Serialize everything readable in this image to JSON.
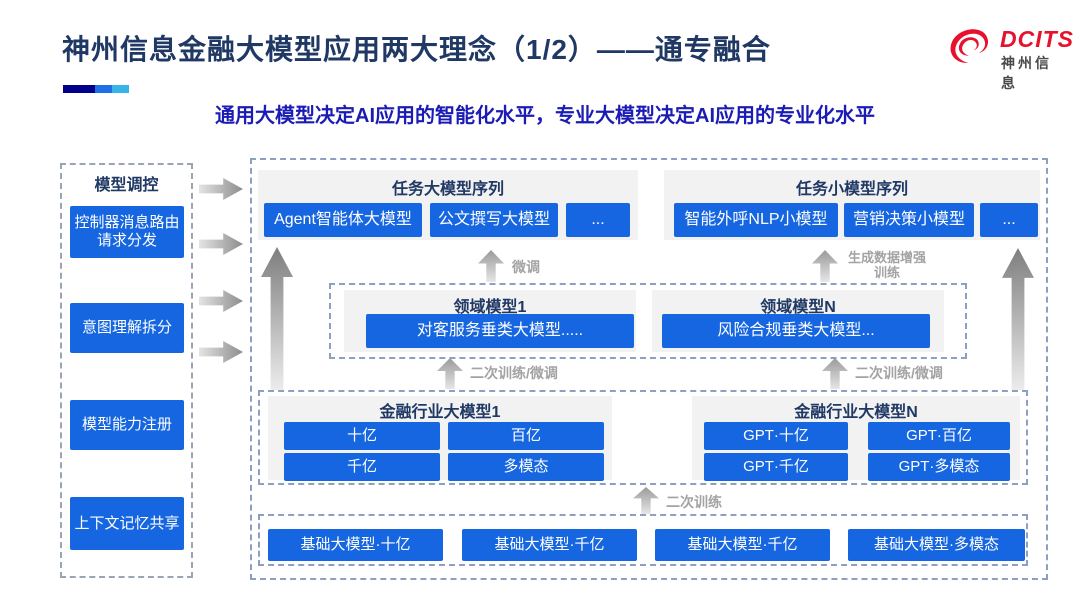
{
  "slide": {
    "title": "神州信息金融大模型应用两大理念（1/2）——通专融合",
    "subtitle": "通用大模型决定AI应用的智能化水平，专业大模型决定AI应用的专业化水平"
  },
  "logo": {
    "brand": "DCITS",
    "brand_cn": "神州信息"
  },
  "sidebar": {
    "title": "模型调控",
    "items": [
      "控制器消息路由请求分发",
      "意图理解拆分",
      "模型能力注册",
      "上下文记忆共享"
    ]
  },
  "groups": {
    "task_large": {
      "title": "任务大模型序列",
      "items": [
        "Agent智能体大模型",
        "公文撰写大模型",
        "..."
      ]
    },
    "task_small": {
      "title": "任务小模型序列",
      "items": [
        "智能外呼NLP小模型",
        "营销决策小模型",
        "..."
      ]
    },
    "domain_1": {
      "title": "领域模型1",
      "items": [
        "对客服务垂类大模型....."
      ]
    },
    "domain_n": {
      "title": "领域模型N",
      "items": [
        "风险合规垂类大模型..."
      ]
    },
    "industry_1": {
      "title": "金融行业大模型1",
      "items": [
        "十亿",
        "百亿",
        "千亿",
        "多模态"
      ]
    },
    "industry_n": {
      "title": "金融行业大模型N",
      "items": [
        "GPT·十亿",
        "GPT·百亿",
        "GPT·千亿",
        "GPT·多模态"
      ]
    },
    "base_models": {
      "items": [
        "基础大模型·十亿",
        "基础大模型·千亿",
        "基础大模型·千亿",
        "基础大模型·多模态"
      ]
    }
  },
  "arrow_labels": {
    "finetune": "微调",
    "augmented_training": "生成数据增强训练",
    "secondary_left": "二次训练/微调",
    "secondary_right": "二次训练/微调",
    "secondary_bottom": "二次训练"
  },
  "colors": {
    "accent_blue": "#1566E0",
    "title_navy": "#1F3864",
    "subtitle_blue": "#1B1BB5",
    "logo_red": "#E8112D",
    "bar_navy": "#00008B",
    "bar_blue": "#1E6FE8",
    "bar_cyan": "#37B5E8"
  }
}
